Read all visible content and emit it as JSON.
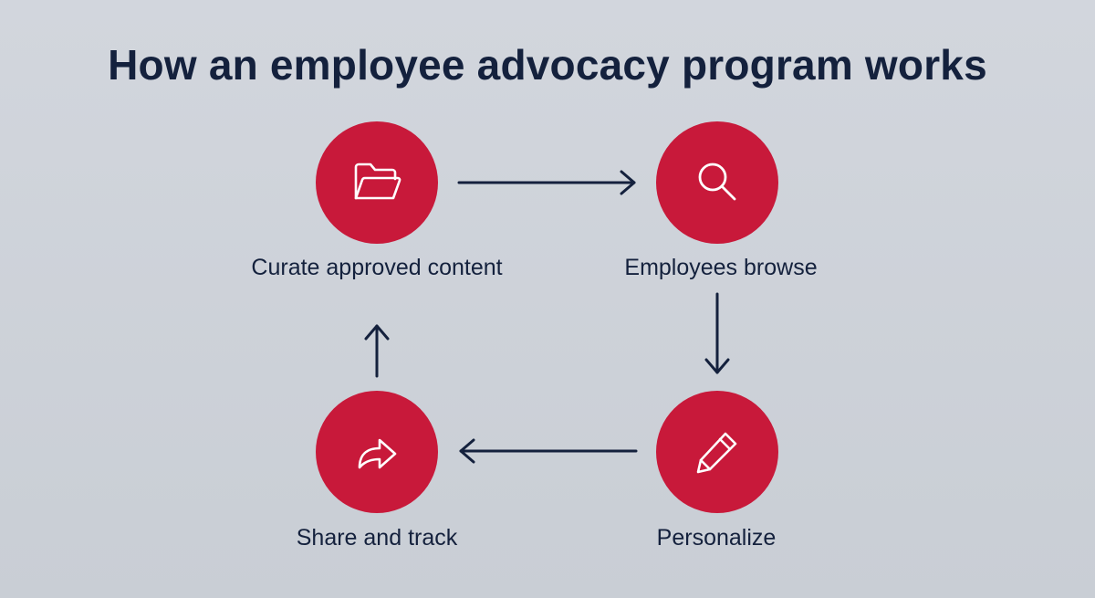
{
  "title": "How an employee advocacy program works",
  "colors": {
    "background": "#cdd2d9",
    "node_fill": "#c8193a",
    "text": "#14213d",
    "icon_stroke": "#ffffff"
  },
  "steps": [
    {
      "label": "Curate approved content",
      "icon": "folder-icon"
    },
    {
      "label": "Employees browse",
      "icon": "search-icon"
    },
    {
      "label": "Personalize",
      "icon": "pencil-icon"
    },
    {
      "label": "Share and track",
      "icon": "share-icon"
    }
  ]
}
